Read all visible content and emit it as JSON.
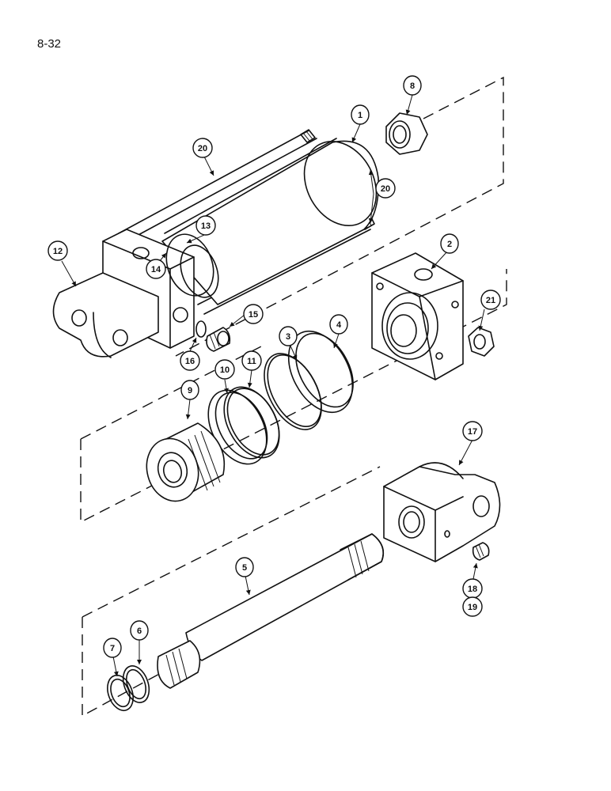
{
  "page_number": "8-32",
  "callouts": [
    "1",
    "2",
    "3",
    "4",
    "5",
    "6",
    "7",
    "8",
    "9",
    "10",
    "11",
    "12",
    "13",
    "14",
    "15",
    "16",
    "17",
    "18",
    "19",
    "20",
    "20",
    "21"
  ]
}
